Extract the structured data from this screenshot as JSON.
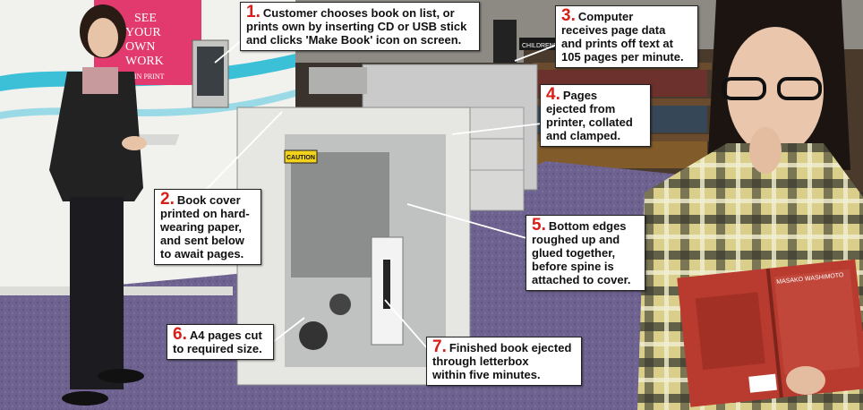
{
  "poster": {
    "line1": "SEE",
    "line2": "YOUR",
    "line3": "OWN",
    "line4": "WORK",
    "line5": "IN PRINT"
  },
  "machine": {
    "caution_label": "CAUTION",
    "store_sign": "CHILDREN'S"
  },
  "book": {
    "author": "MASAKO WASHIMOTO"
  },
  "callouts": [
    {
      "number": "1.",
      "lines": [
        "Customer chooses book on list, or",
        "prints own by inserting CD or USB stick",
        "and clicks 'Make Book' icon on screen."
      ]
    },
    {
      "number": "2.",
      "lines": [
        "Book cover",
        "printed on hard-",
        "wearing paper,",
        "and sent below",
        "to await pages."
      ]
    },
    {
      "number": "3.",
      "lines": [
        "Computer",
        "receives page data",
        "and prints off text at",
        "105 pages per minute."
      ]
    },
    {
      "number": "4.",
      "lines": [
        "Pages",
        "ejected from",
        "printer, collated",
        "and clamped."
      ]
    },
    {
      "number": "5.",
      "lines": [
        "Bottom edges",
        "roughed up and",
        "glued together,",
        "before spine is",
        "attached to cover."
      ]
    },
    {
      "number": "6.",
      "lines": [
        "A4 pages cut",
        "to required size."
      ]
    },
    {
      "number": "7.",
      "lines": [
        "Finished book ejected",
        "through letterbox",
        "within five minutes."
      ]
    }
  ],
  "colors": {
    "accent_number": "#d8201a",
    "carpet": "#6b5f8c",
    "poster_pink": "#e23a6e",
    "wall_cyan": "#3cc0d8"
  }
}
